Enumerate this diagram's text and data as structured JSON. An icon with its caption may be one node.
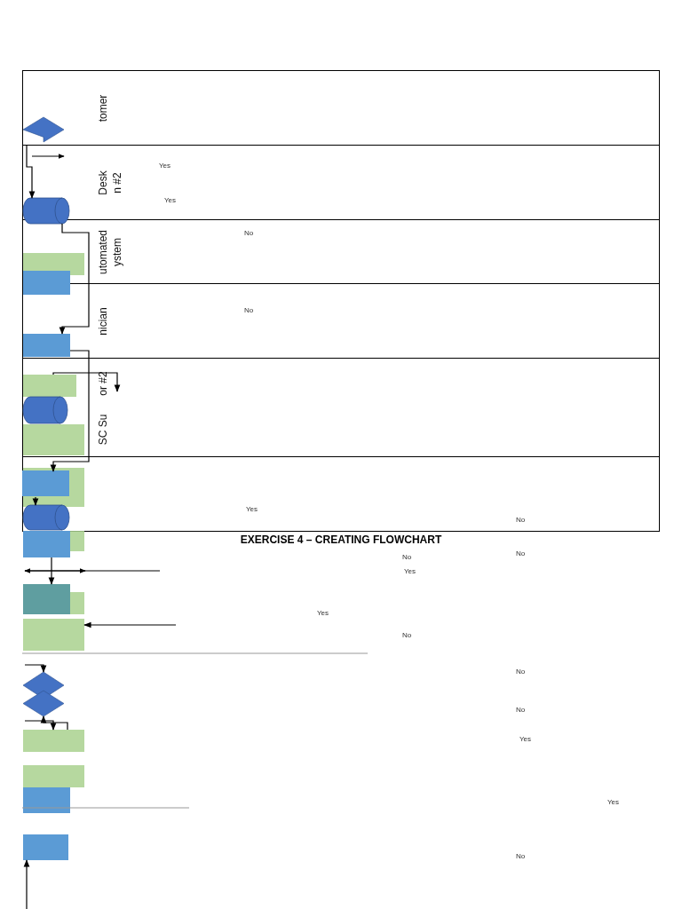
{
  "diagram": {
    "title": "EXERCISE 4 – CREATING FLOWCHART",
    "nodes": [
      {
        "text": [
          "tomer"
        ]
      },
      {
        "text": [
          "Desk",
          "n #2"
        ]
      },
      {
        "text": [
          "utomated",
          "ystem"
        ]
      },
      {
        "text": [
          "nician"
        ]
      },
      {
        "text": [
          "or #2",
          "SC Su"
        ]
      },
      {
        "text": [],
        "shape": "band"
      },
      {
        "text": [],
        "shape": "pentagon",
        "in": 0
      },
      {
        "text": [],
        "shape": "cylinder",
        "in": 1
      },
      {
        "text": [],
        "shape": "box",
        "in": 2
      },
      {
        "text": [],
        "shape": "box"
      },
      {
        "text": [],
        "shape": "box",
        "in": 3
      },
      {
        "text": [],
        "shape": "box",
        "in": 4
      },
      {
        "text": [],
        "shape": "cylinder",
        "in": 4
      },
      {
        "text": [],
        "shape": "box",
        "in": 4
      },
      {
        "text": [],
        "shape": "box",
        "in": 5
      },
      {
        "text": [],
        "shape": "box",
        "in": 14
      },
      {
        "text": [],
        "shape": "cylinder",
        "in": 5
      },
      {
        "text": [],
        "shape": "box"
      },
      {
        "text": [],
        "shape": "box"
      },
      {
        "text": [],
        "shape": "box"
      },
      {
        "text": [],
        "shape": "box"
      },
      {
        "text": [],
        "shape": "box"
      },
      {
        "text": [],
        "shape": "diamond"
      },
      {
        "text": [],
        "shape": "diamond"
      },
      {
        "text": [],
        "shape": "box"
      },
      {
        "text": [],
        "shape": "box"
      },
      {
        "text": [],
        "shape": "box"
      },
      {
        "text": [],
        "shape": "box"
      }
    ],
    "edges": [
      {
        "from": null,
        "to": 27,
        "arrow": "to"
      },
      {
        "from": null,
        "to": 22,
        "arrow": "to"
      },
      {
        "from": 11,
        "to": null,
        "arrow": "to"
      },
      {
        "from": null,
        "to": 24,
        "arrow": "to"
      },
      {
        "from": 0,
        "to": 7,
        "arrow": "to"
      },
      {
        "from": 7,
        "to": 10,
        "arrow": "to"
      },
      {
        "from": 10,
        "to": 15,
        "arrow": "to"
      },
      {
        "from": 17,
        "to": 19,
        "arrow": "to"
      },
      {
        "from": 24,
        "to": 23,
        "arrow": "to"
      },
      {
        "from": 15,
        "to": 16,
        "arrow": "to"
      },
      {
        "from": null,
        "to": 21,
        "arrow": "to"
      }
    ],
    "labels": [
      "Yes",
      "Yes",
      "No",
      "No",
      "Yes",
      "No",
      "No",
      "No",
      "Yes",
      "Yes",
      "No",
      "No",
      "No",
      "Yes",
      "Yes",
      "No"
    ]
  }
}
